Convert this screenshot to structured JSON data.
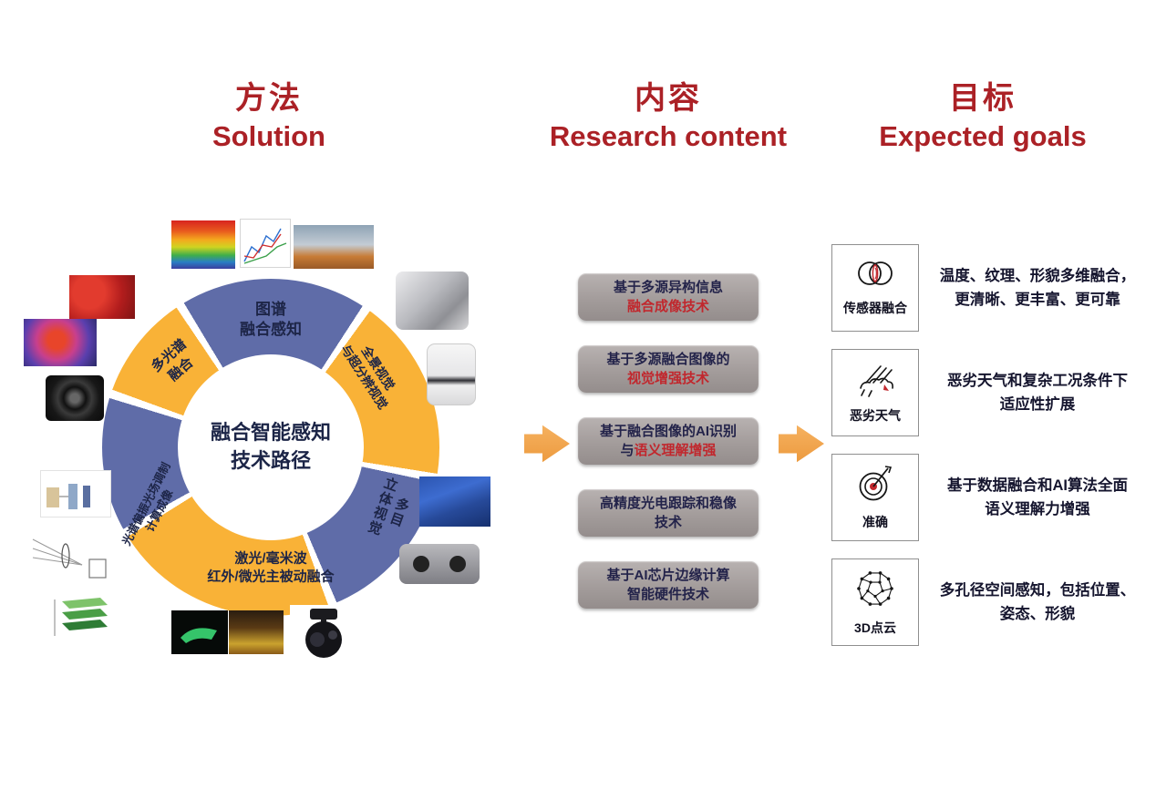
{
  "headers": {
    "method": {
      "cn": "方法",
      "en": "Solution"
    },
    "content": {
      "cn": "内容",
      "en": "Research content"
    },
    "goals": {
      "cn": "目标",
      "en": "Expected goals"
    }
  },
  "solution": {
    "center": {
      "line1": "融合智能感知",
      "line2": "技术路径"
    },
    "ring_labels": {
      "top": {
        "line1": "图谱",
        "line2": "融合感知"
      },
      "upper_right": {
        "line1": "全景视觉",
        "line2": "与超分辨视觉"
      },
      "lower_right": {
        "line1": "多目",
        "line2": "立体视觉"
      },
      "bottom": {
        "line1": "激光/毫米波",
        "line2": "红外/微光主被动融合"
      },
      "lower_left": {
        "line1": "光谱偏振光场调制",
        "line2": "计算成像"
      },
      "upper_left": {
        "line1": "多光谱",
        "line2": "融合"
      }
    },
    "images": [
      "thermal-cube-image",
      "spectral-curves-chart-image",
      "pipeline-photo-image",
      "strawberries-photo-image",
      "thermal-scene-image",
      "camera-lens-image",
      "multi-camera-cube-image",
      "panoramic-camera-image",
      "blue-boxes-photo-image",
      "stereo-camera-image",
      "optical-setup-diagram-image",
      "optical-path-diagram-image",
      "spectral-bands-diagram-image",
      "sonar-display-image",
      "thermal-gold-image",
      "gimbal-camera-image"
    ]
  },
  "research": {
    "items": [
      {
        "line1": "基于多源异构信息",
        "line2_dark": "",
        "line2_red": "融合成像技术"
      },
      {
        "line1": "基于多源融合图像的",
        "line2_dark": "",
        "line2_red": "视觉增强技术"
      },
      {
        "line1": "基于融合图像的AI识别",
        "line2_dark": "与",
        "line2_red": "语义理解增强"
      },
      {
        "line1": "高精度光电跟踪和稳像",
        "line2_dark": "技术",
        "line2_red": ""
      },
      {
        "line1": "基于AI芯片边缘计算",
        "line2_dark": "智能硬件技术",
        "line2_red": ""
      }
    ]
  },
  "goals": {
    "items": [
      {
        "icon": "venn-fusion-icon",
        "label": "传感器融合",
        "line1": "温度、纹理、形貌多维融合，",
        "line2": "更清晰、更丰富、更可靠"
      },
      {
        "icon": "bad-weather-icon",
        "label": "恶劣天气",
        "line1": "恶劣天气和复杂工况条件下",
        "line2": "适应性扩展"
      },
      {
        "icon": "target-accuracy-icon",
        "label": "准确",
        "line1": "基于数据融合和AI算法全面",
        "line2": "语义理解力增强"
      },
      {
        "icon": "point-cloud-icon",
        "label": "3D点云",
        "line1": "多孔径空间感知，包括位置、",
        "line2": "姿态、形貌"
      }
    ]
  },
  "colors": {
    "header_red": "#ab2126",
    "text_red": "#c1272d",
    "ring_blue": "#5f6ca8",
    "ring_yellow": "#f9b237",
    "arrow_orange": "#ec9a3e",
    "box_gray": "#948d8c"
  }
}
